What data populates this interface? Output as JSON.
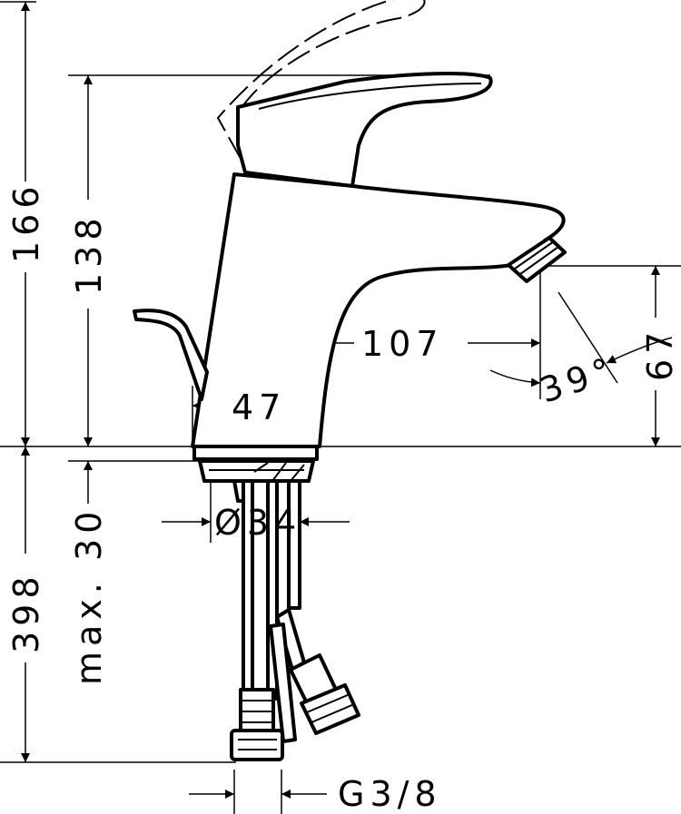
{
  "drawing": {
    "dimensions": {
      "total_height": "166",
      "spout_height": "138",
      "spout_reach": "107",
      "body_width": "47",
      "spout_angle": "39°",
      "outlet_height": "67",
      "base_diameter": "Ø34",
      "hose_length": "398",
      "max_thickness": "max. 30",
      "connection": "G3/8"
    }
  }
}
